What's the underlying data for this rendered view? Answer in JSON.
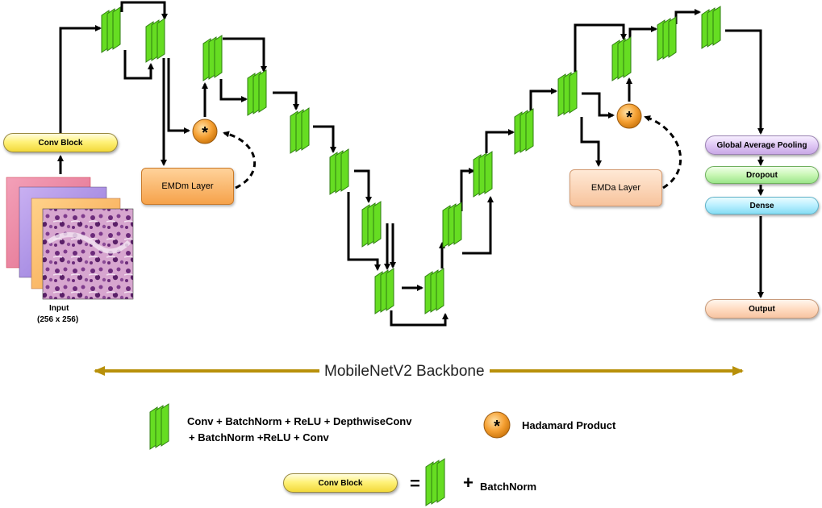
{
  "input": {
    "label": "Input",
    "size": "(256 x 256)"
  },
  "blocks": {
    "conv_block": "Conv Block",
    "emdm": "EMDm Layer",
    "emda": "EMDa Layer",
    "gap": "Global Average Pooling",
    "dropout": "Dropout",
    "dense": "Dense",
    "output": "Output",
    "hadamard_symbol": "*"
  },
  "backbone": {
    "label": "MobileNetV2 Backbone",
    "arrow_color": "#b8900a"
  },
  "legend": {
    "layer_desc_line1": "Conv + BatchNorm + ReLU + DepthwiseConv",
    "layer_desc_line2": "+ BatchNorm +ReLU + Conv",
    "hadamard_label": "Hadamard Product",
    "conv_block_label": "Conv Block",
    "equals": "=",
    "plus": "+",
    "batchnorm_label": "BatchNorm"
  },
  "colors": {
    "layer_green": "#66dd22",
    "layer_edge": "#2e7d10",
    "hadamard_orange": "#f5a033",
    "arrow": "#000000"
  }
}
